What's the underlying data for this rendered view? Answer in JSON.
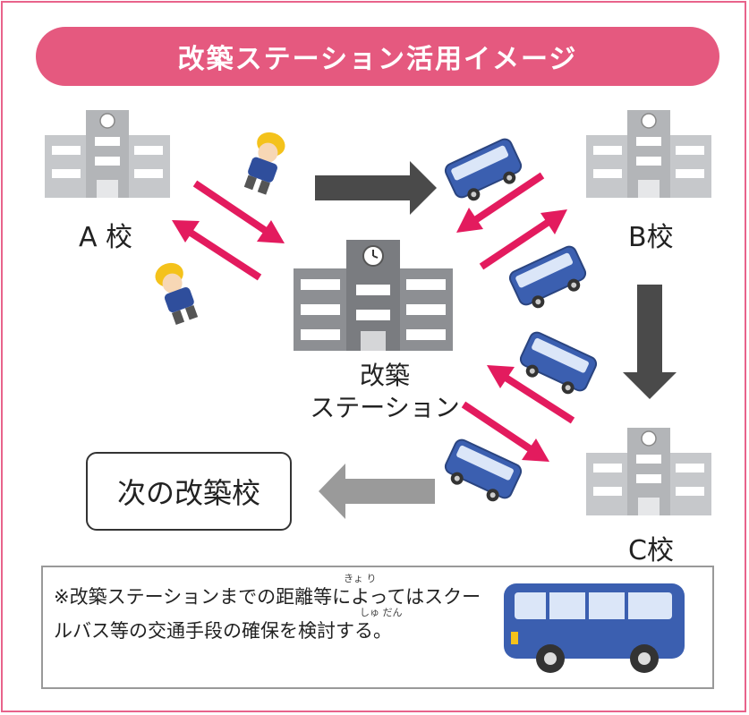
{
  "banner": {
    "title": "改築ステーション活用イメージ"
  },
  "schools": {
    "a": "A 校",
    "b": "B校",
    "c": "C校"
  },
  "station": {
    "line1": "改築",
    "line2": "ステーション"
  },
  "next": {
    "label": "次の改築校"
  },
  "note": {
    "text": "※改築ステーションまでの距離等によってはスクールバス等の交通手段の確保を検討する。",
    "ruby_kyori": "きょ り",
    "ruby_shudan": "しゅ だん"
  },
  "colors": {
    "accent": "#e5597f",
    "arrow_red": "#e31b5e",
    "arrow_gray_dark": "#4a4a4a",
    "arrow_gray_light": "#9a9a9a",
    "bus_blue": "#3b5fb0"
  }
}
